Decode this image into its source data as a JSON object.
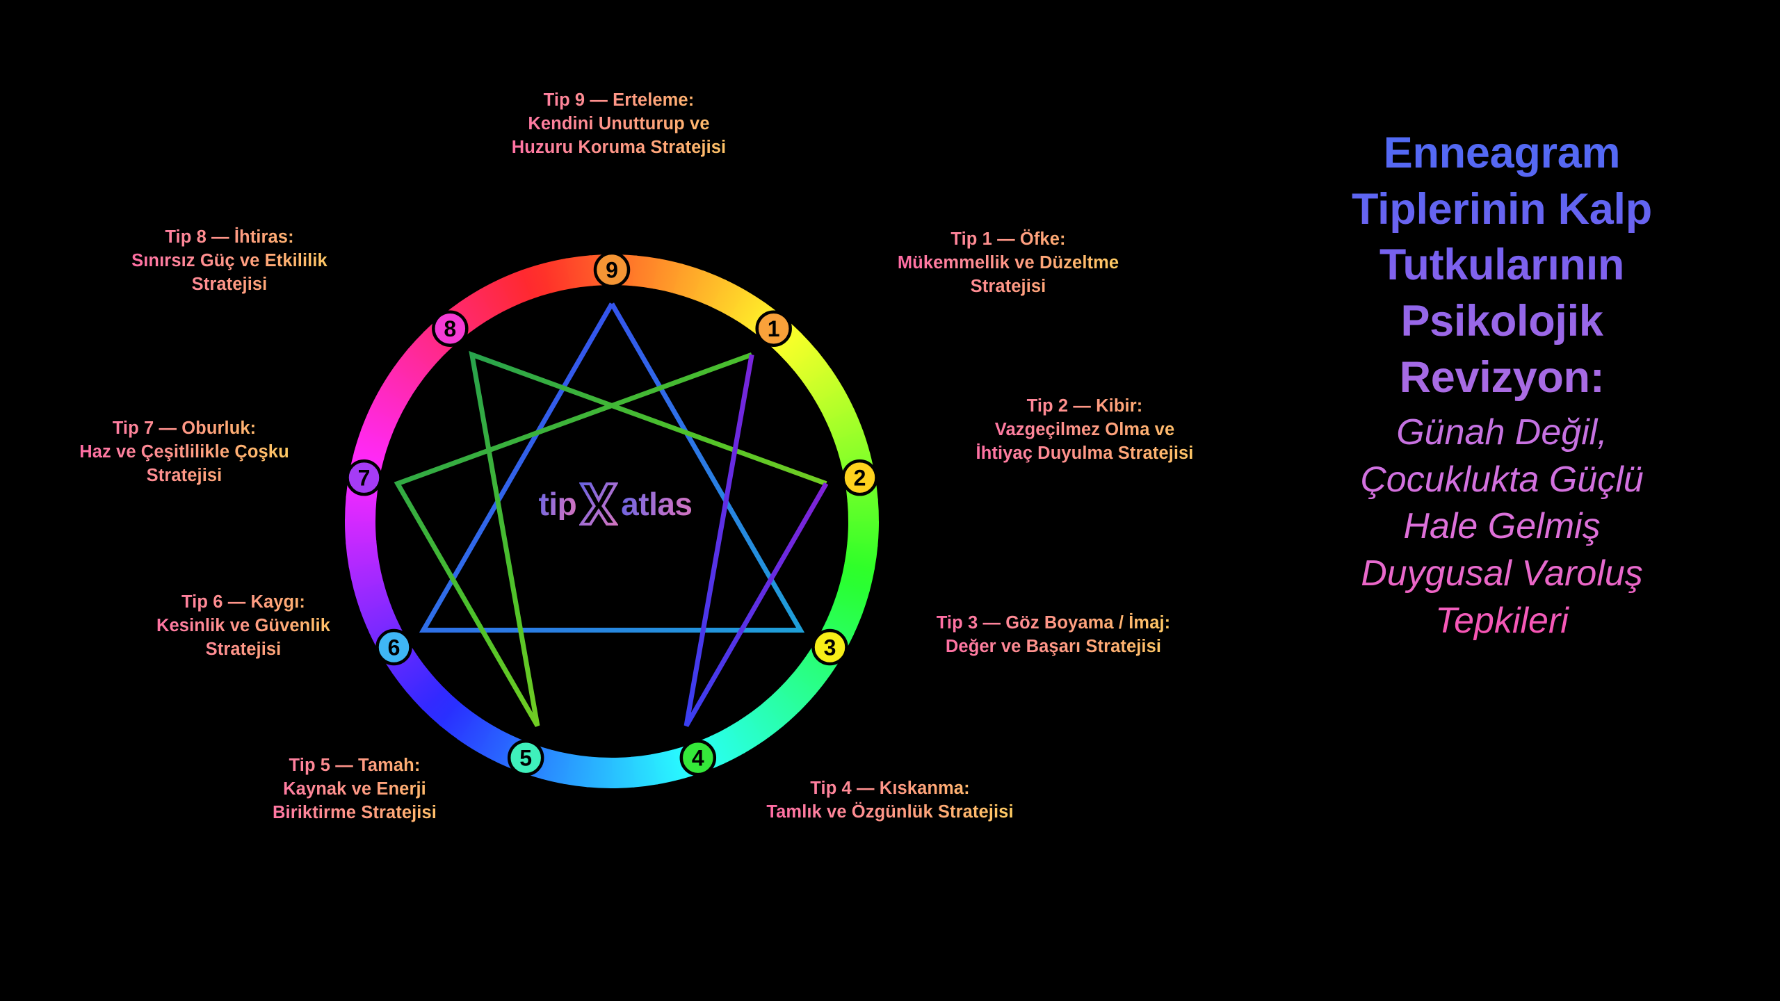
{
  "background_color": "#000000",
  "brand": {
    "logo_word_left": "tip",
    "logo_word_right": "atlas",
    "logo_icon": "x-hourglass-icon",
    "logo_gradient_from": "#6b63e0",
    "logo_gradient_to": "#cf74bf"
  },
  "right_panel": {
    "headline": "Enneagram\nTiplerinin Kalp\nTutkularının\nPsikolojik\nRevizyon:",
    "subheadline": "Günah Değil,\nÇocuklukta Güçlü\nHale Gelmiş\nDuygusal Varoluş\nTepkileri",
    "headline_gradient_from": "#4f6bf5",
    "headline_gradient_to": "#ad6ce2",
    "subheadline_gradient_from": "#c073e2",
    "subheadline_gradient_to": "#fa4fae"
  },
  "wheel": {
    "ring_type": "rainbow-hue-ring",
    "label_gradient_from": "#ff4fa8",
    "label_gradient_to": "#ffe96a",
    "node_numbers": [
      "1",
      "2",
      "3",
      "4",
      "5",
      "6",
      "7",
      "8",
      "9"
    ],
    "node_colors": {
      "1": "#f9a13a",
      "2": "#ffd21e",
      "3": "#f7ee18",
      "4": "#35e83a",
      "5": "#3ff0bb",
      "6": "#3fb7f5",
      "7": "#a53cf5",
      "8": "#f53cd6",
      "9": "#f59535"
    }
  },
  "tips": [
    {
      "id": "tip-9",
      "number": "9",
      "text": "Tip 9 — Erteleme:\nKendini Unutturup ve\nHuzuru Koruma Stratejisi",
      "align": "center"
    },
    {
      "id": "tip-8",
      "number": "8",
      "text": "Tip 8 — İhtiras:\nSınırsız Güç ve Etkililik\nStratejisi",
      "align": "center"
    },
    {
      "id": "tip-7",
      "number": "7",
      "text": "Tip 7 — Oburluk:\nHaz ve Çeşitlilikle Çoşku\nStratejisi",
      "align": "center"
    },
    {
      "id": "tip-6",
      "number": "6",
      "text": "Tip 6 — Kaygı:\nKesinlik ve Güvenlik\nStratejisi",
      "align": "center"
    },
    {
      "id": "tip-5",
      "number": "5",
      "text": "Tip 5 — Tamah:\nKaynak ve Enerji\nBiriktirme Stratejisi",
      "align": "center"
    },
    {
      "id": "tip-4",
      "number": "4",
      "text": "Tip 4 — Kıskanma:\nTamlık ve Özgünlük Stratejisi",
      "align": "center"
    },
    {
      "id": "tip-3",
      "number": "3",
      "text": "Tip 3 — Göz Boyama / İmaj:\nDeğer ve Başarı Stratejisi",
      "align": "center"
    },
    {
      "id": "tip-2",
      "number": "2",
      "text": "Tip 2 — Kibir:\nVazgeçilmez Olma ve\nİhtiyaç Duyulma Stratejisi",
      "align": "center"
    },
    {
      "id": "tip-1",
      "number": "1",
      "text": "Tip 1 — Öfke:\nMükemmellik ve Düzeltme\nStratejisi",
      "align": "center"
    }
  ]
}
